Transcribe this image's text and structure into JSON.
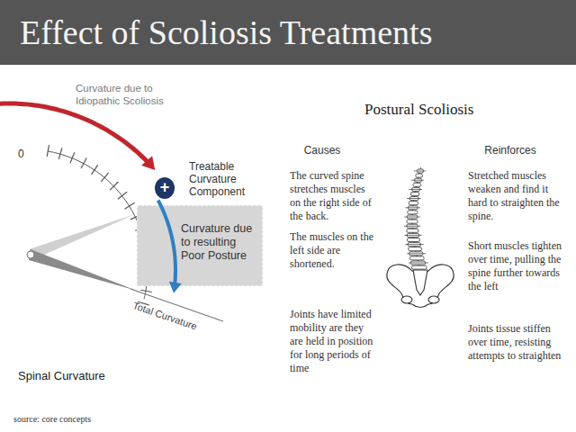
{
  "diagram": {
    "title": "Effect of Scoliosis Treatments",
    "nodes": [
      {
        "text": [
          "+"
        ]
      },
      {
        "text": [
          "Curvature due to resulting Poor Posture"
        ]
      }
    ],
    "labels": [
      "Curvature due to Idiopathic Scoliosis",
      "0",
      "Treatable Curvature Component",
      "Total Curvature",
      "Spinal Curvature",
      "source: core concepts",
      "Postural Scoliosis",
      "Causes",
      "Reinforces",
      "The curved spine stretches muscles on the right side of the back.",
      "The muscles on the left side are shortened.",
      "Joints have limited mobility are they are held in position for long periods of time",
      "Stretched muscles weaken and find it hard to straighten the spine.",
      "Short muscles tighten over time, pulling the spine further towards the left",
      "Joints tissue stiffen over time, resisting attempts to straighten"
    ]
  }
}
